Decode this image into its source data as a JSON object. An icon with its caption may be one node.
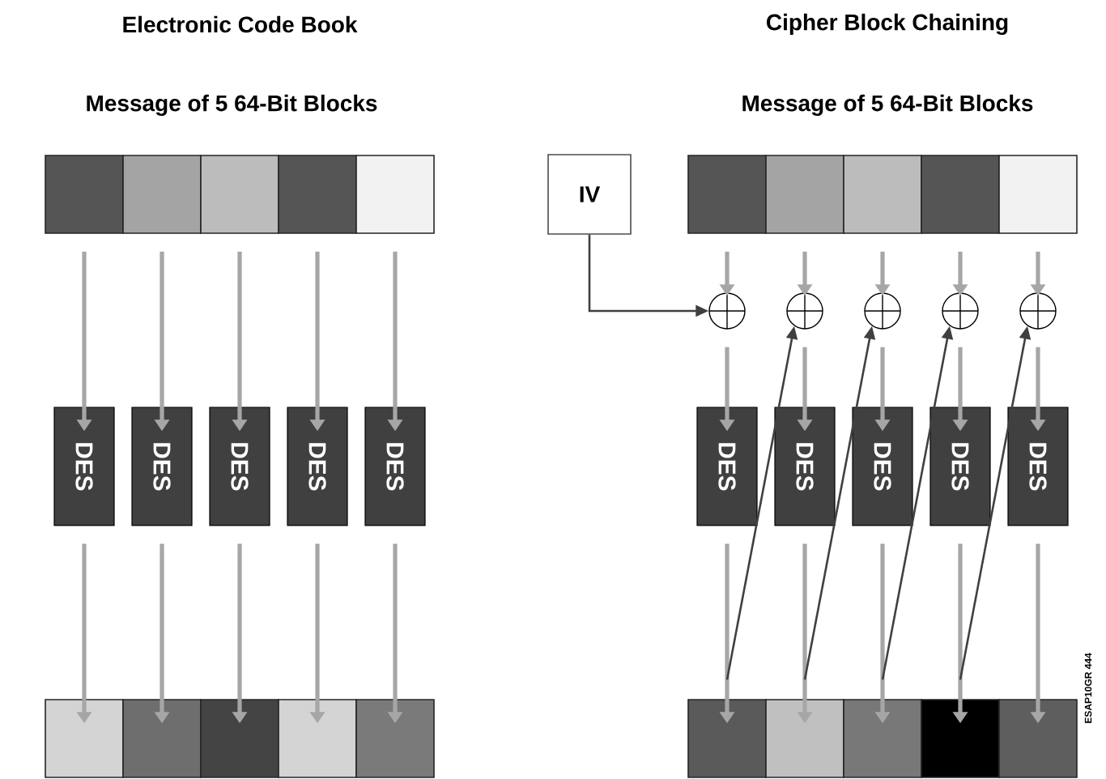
{
  "diagram": {
    "nodes": [
      {
        "text": [],
        "shape": "box"
      },
      {
        "text": [],
        "shape": "box"
      },
      {
        "text": [],
        "shape": "box"
      },
      {
        "text": [],
        "shape": "box"
      },
      {
        "text": [],
        "shape": "box"
      },
      {
        "text": [
          "DES"
        ]
      },
      {
        "text": [
          "DES"
        ]
      },
      {
        "text": [
          "DES"
        ]
      },
      {
        "text": [
          "DES"
        ]
      },
      {
        "text": [
          "DES"
        ]
      },
      {
        "text": [],
        "shape": "box"
      },
      {
        "text": [],
        "shape": "box"
      },
      {
        "text": [],
        "shape": "box"
      },
      {
        "text": [],
        "shape": "box"
      },
      {
        "text": [],
        "shape": "box"
      },
      {
        "text": [
          "IV"
        ]
      },
      {
        "text": [],
        "shape": "box"
      },
      {
        "text": [],
        "shape": "box"
      },
      {
        "text": [],
        "shape": "box"
      },
      {
        "text": [],
        "shape": "box"
      },
      {
        "text": [],
        "shape": "box"
      },
      {
        "text": [],
        "shape": "circle"
      },
      {
        "text": [],
        "shape": "circle"
      },
      {
        "text": [],
        "shape": "circle"
      },
      {
        "text": [],
        "shape": "circle"
      },
      {
        "text": [],
        "shape": "circle"
      },
      {
        "text": [
          "DES"
        ]
      },
      {
        "text": [
          "DES"
        ]
      },
      {
        "text": [
          "DES"
        ]
      },
      {
        "text": [
          "DES"
        ]
      },
      {
        "text": [
          "DES"
        ]
      },
      {
        "text": [],
        "shape": "box"
      },
      {
        "text": [],
        "shape": "box"
      },
      {
        "text": [],
        "shape": "box"
      },
      {
        "text": [],
        "shape": "box"
      },
      {
        "text": [],
        "shape": "box"
      }
    ],
    "edges": [
      {
        "from": 0,
        "to": 5,
        "arrow": "to"
      },
      {
        "from": 1,
        "to": 6,
        "arrow": "to"
      },
      {
        "from": 2,
        "to": 7,
        "arrow": "to"
      },
      {
        "from": 3,
        "to": 8,
        "arrow": "to"
      },
      {
        "from": 4,
        "to": 9,
        "arrow": "to"
      },
      {
        "from": 5,
        "to": 10,
        "arrow": "to"
      },
      {
        "from": 6,
        "to": 11,
        "arrow": "to"
      },
      {
        "from": 7,
        "to": 12,
        "arrow": "to"
      },
      {
        "from": 8,
        "to": 13,
        "arrow": "to"
      },
      {
        "from": 9,
        "to": 14,
        "arrow": "to"
      },
      {
        "from": 15,
        "to": 21,
        "arrow": "to",
        "color": "#404040"
      },
      {
        "from": 16,
        "to": 21,
        "arrow": "to"
      },
      {
        "from": 17,
        "to": 22,
        "arrow": "to"
      },
      {
        "from": 18,
        "to": 23,
        "arrow": "to"
      },
      {
        "from": 19,
        "to": 24,
        "arrow": "to"
      },
      {
        "from": 20,
        "to": 25,
        "arrow": "to"
      },
      {
        "from": 21,
        "to": 26,
        "arrow": "to"
      },
      {
        "from": 22,
        "to": 27,
        "arrow": "to"
      },
      {
        "from": 23,
        "to": 28,
        "arrow": "to"
      },
      {
        "from": 24,
        "to": 29,
        "arrow": "to"
      },
      {
        "from": 25,
        "to": 30,
        "arrow": "to"
      },
      {
        "from": 26,
        "to": 31,
        "arrow": "to"
      },
      {
        "from": 27,
        "to": 32,
        "arrow": "to"
      },
      {
        "from": 28,
        "to": 33,
        "arrow": "to"
      },
      {
        "from": 29,
        "to": 34,
        "arrow": "to"
      },
      {
        "from": 30,
        "to": 35,
        "arrow": "to"
      },
      {
        "from": 31,
        "to": 22,
        "arrow": "to",
        "color": "#404040"
      },
      {
        "from": 32,
        "to": 23,
        "arrow": "to",
        "color": "#404040"
      },
      {
        "from": 33,
        "to": 24,
        "arrow": "to",
        "color": "#404040"
      },
      {
        "from": 34,
        "to": 25,
        "arrow": "to",
        "color": "#404040"
      }
    ],
    "labels": [
      "Electronic Code Book",
      "Cipher Block Chaining",
      "Message of 5 64-Bit Blocks",
      "Message of 5 64-Bit Blocks",
      "ESAP10GR 444"
    ]
  }
}
